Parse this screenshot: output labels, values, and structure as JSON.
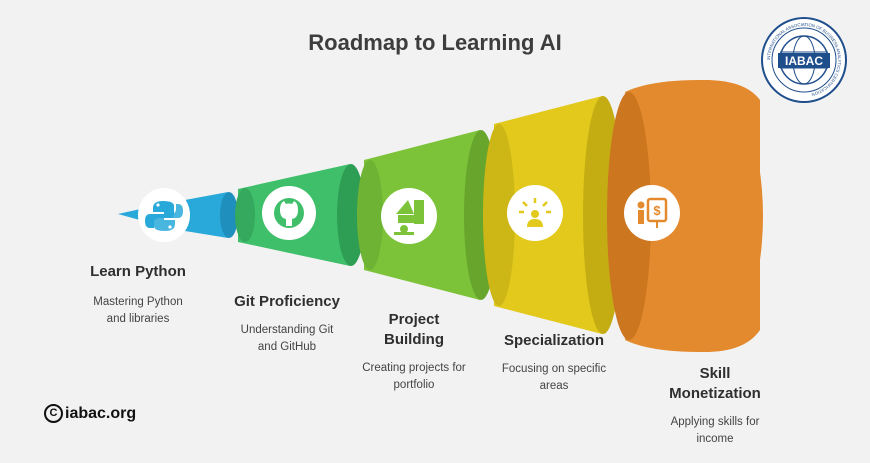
{
  "title": "Roadmap to Learning AI",
  "seal": {
    "name": "IABAC",
    "ring_text": "INTERNATIONAL ASSOCIATION OF BUSINESS ANALYTICS CERTIFICATION",
    "color": "#1f4e8c"
  },
  "steps": [
    {
      "label_lines": [
        "Learn Python"
      ],
      "desc_lines": [
        "Mastering Python",
        "and libraries"
      ],
      "color": "#29a9d9",
      "icon": "python-icon"
    },
    {
      "label_lines": [
        "Git Proficiency"
      ],
      "desc_lines": [
        "Understanding Git",
        "and GitHub"
      ],
      "color": "#3fbf6a",
      "icon": "github-icon"
    },
    {
      "label_lines": [
        "Project",
        "Building"
      ],
      "desc_lines": [
        "Creating projects for",
        "portfolio"
      ],
      "color": "#7cc33a",
      "icon": "project-blocks-icon"
    },
    {
      "label_lines": [
        "Specialization"
      ],
      "desc_lines": [
        "Focusing on specific",
        "areas"
      ],
      "color": "#e2c91b",
      "icon": "focus-person-icon"
    },
    {
      "label_lines": [
        "Skill",
        "Monetization"
      ],
      "desc_lines": [
        "Applying skills for",
        "income"
      ],
      "color": "#e48a2e",
      "icon": "presenter-money-icon"
    }
  ],
  "footer": {
    "brand_symbol": "C",
    "brand_text": "iabac.org"
  }
}
